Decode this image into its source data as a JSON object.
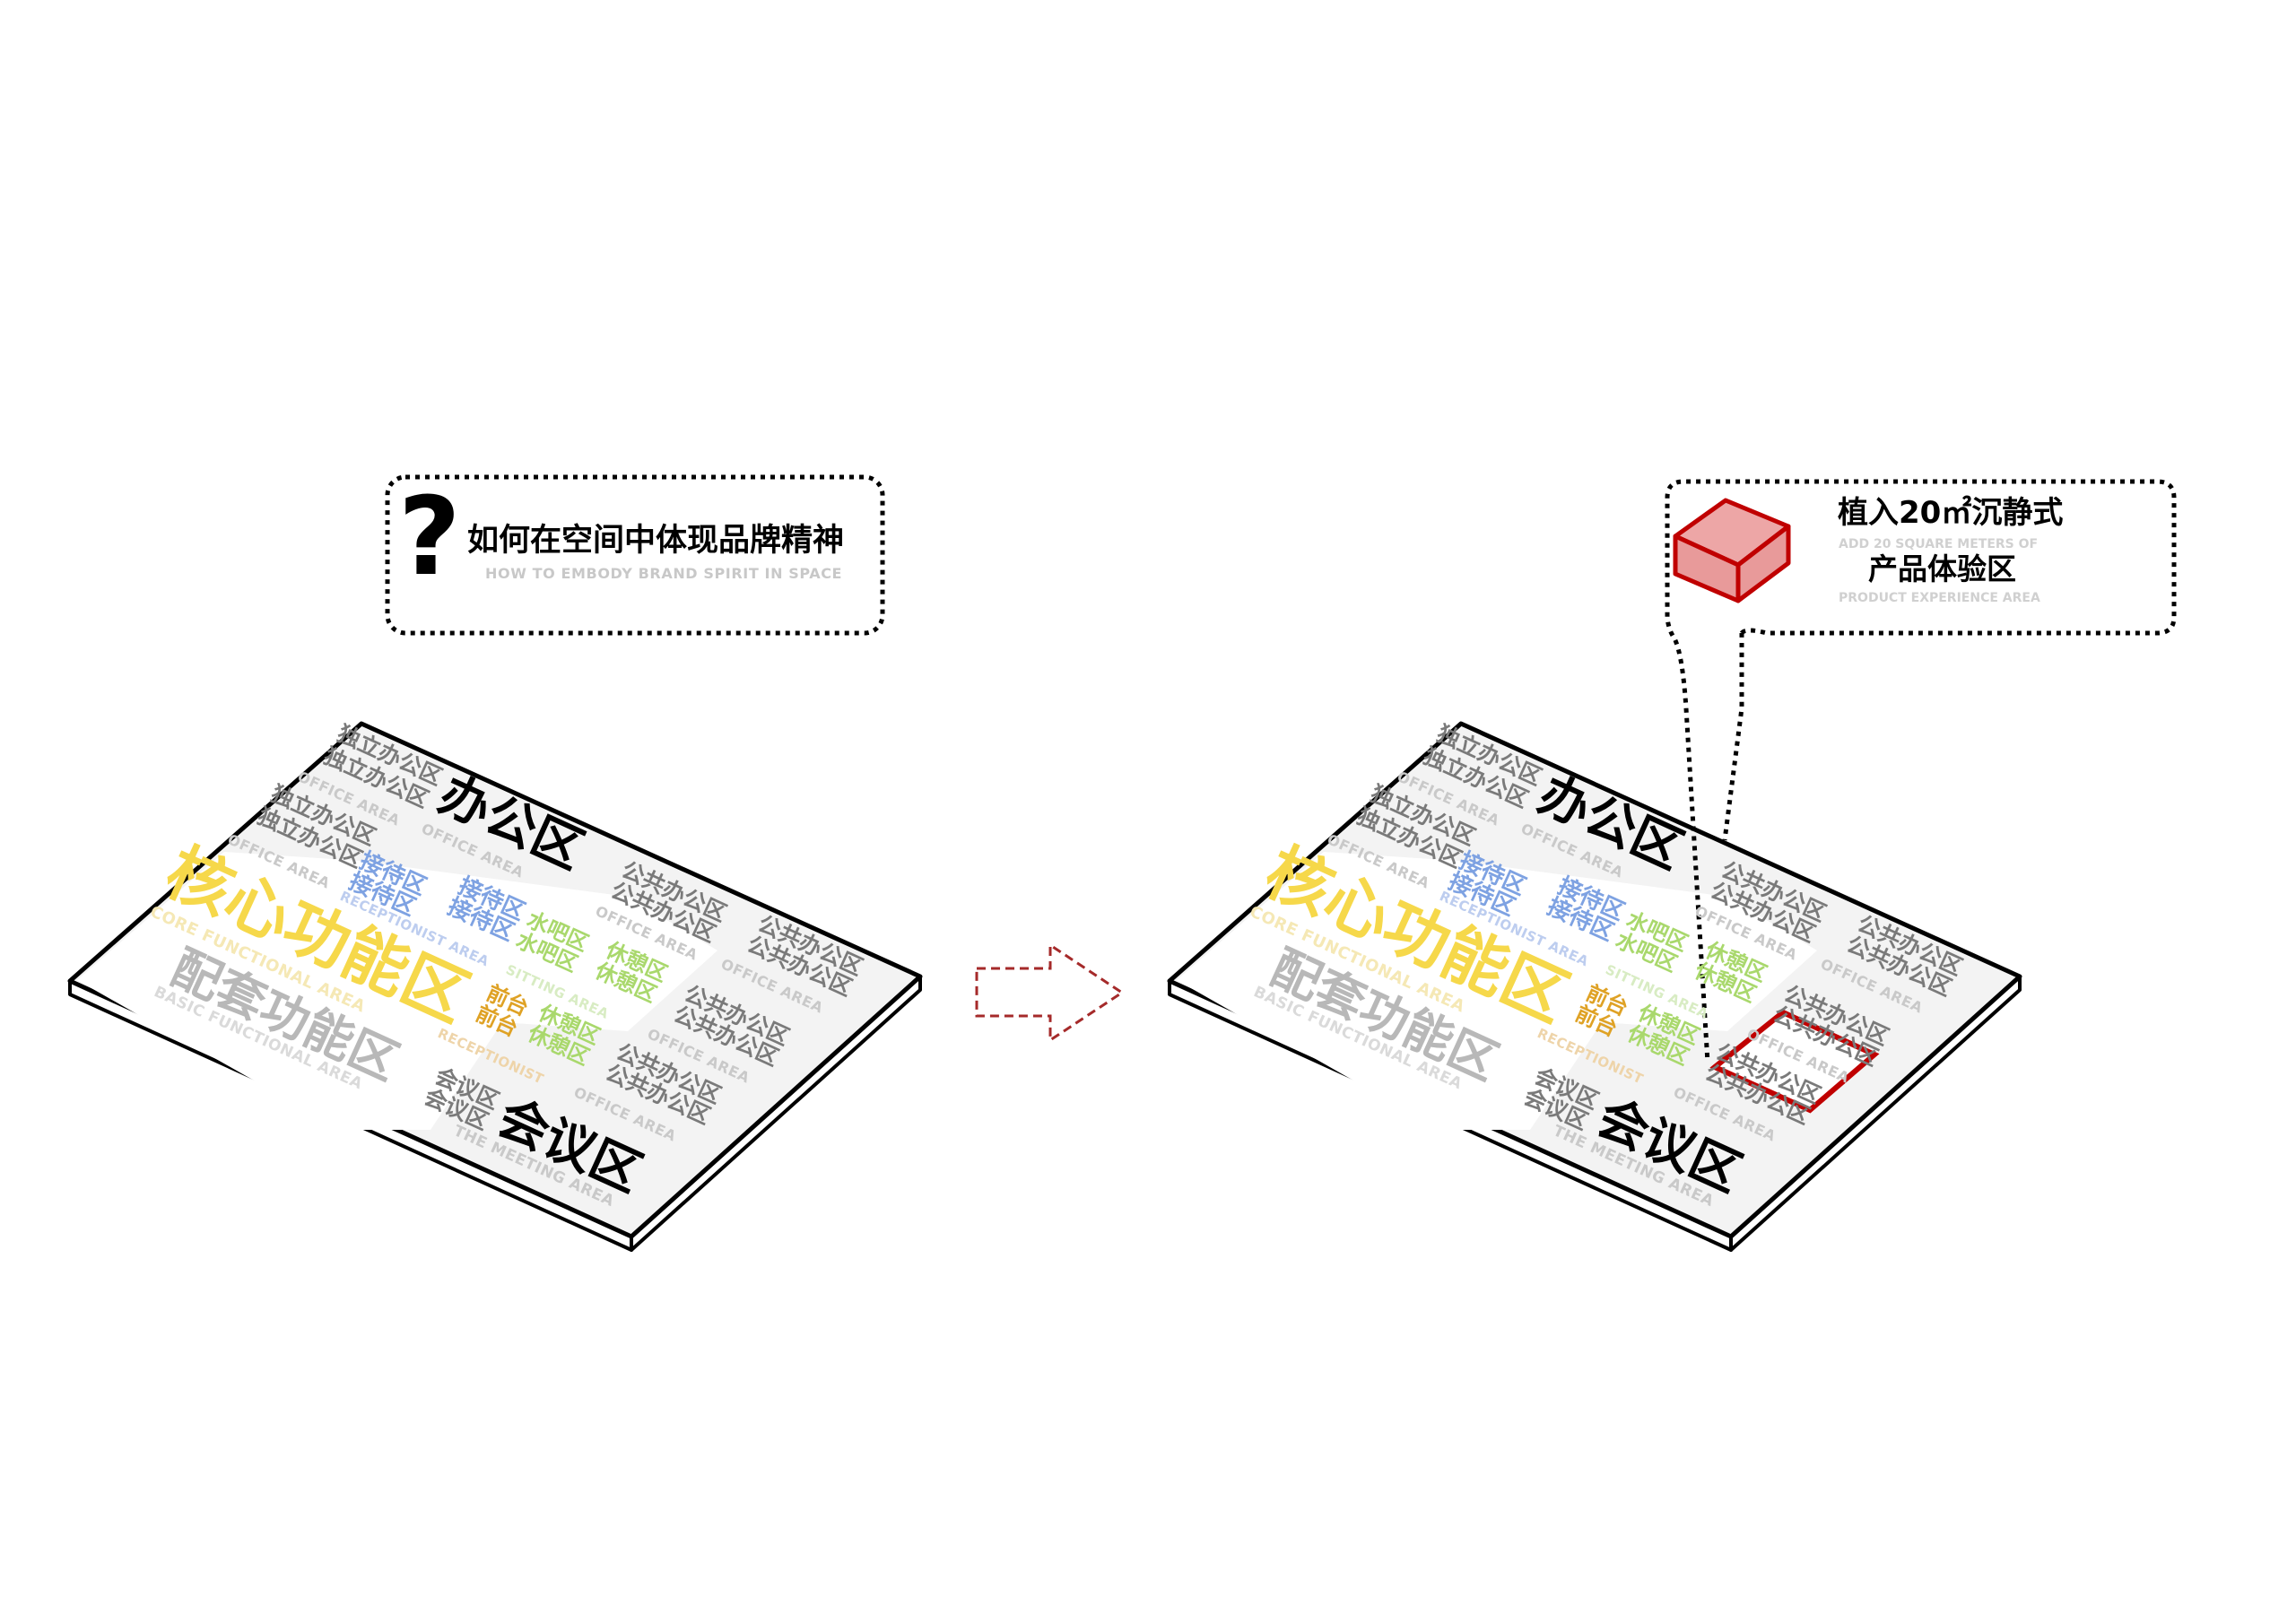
{
  "question_box": {
    "icon": "question-mark-icon",
    "icon_text": "?",
    "title": "如何在空间中体现品牌精神",
    "subtitle": "HOW TO EMBODY BRAND SPIRIT IN SPACE"
  },
  "proposal_box": {
    "icon": "red-cube-icon",
    "title_line1": "植入20㎡沉静式",
    "subtitle_line1": "ADD 20 SQUARE METERS OF",
    "title_line2": "产品体验区",
    "subtitle_line2": "PRODUCT EXPERIENCE AREA"
  },
  "arrow": {
    "icon": "dashed-arrow-right-icon",
    "color": "#a52a2a"
  },
  "colors": {
    "gray": "#7a7a7a",
    "gray_light": "#c9c9c9",
    "black": "#000000",
    "yellow": "#f6d84a",
    "yellow_light": "#f5e8b5",
    "blue": "#7ea2e2",
    "blue_light": "#bdcdef",
    "green": "#a9d86c",
    "green_light": "#d8ecc3",
    "orange": "#dfa225",
    "orange_light": "#eed4a9",
    "support": "#b8b8b8",
    "support_light": "#dadada",
    "highlight": "#c00000"
  },
  "plate_labels": [
    {
      "text": "独立办公区",
      "color": "gray"
    },
    {
      "text": "独立办公区",
      "color": "gray"
    },
    {
      "text": "OFFICE AREA",
      "color": "gray_light"
    },
    {
      "text": "独立办公区",
      "color": "gray"
    },
    {
      "text": "独立办公区",
      "color": "gray"
    },
    {
      "text": "OFFICE AREA",
      "color": "gray_light"
    },
    {
      "text": "办公区",
      "color": "black"
    },
    {
      "text": "OFFICE AREA",
      "color": "gray_light"
    },
    {
      "text": "核心功能区",
      "color": "yellow"
    },
    {
      "text": "CORE FUNCTIONAL AREA",
      "color": "yellow_light"
    },
    {
      "text": "配套功能区",
      "color": "support"
    },
    {
      "text": "BASIC FUNCTIONAL AREA",
      "color": "support_light"
    },
    {
      "text": "接待区",
      "color": "blue"
    },
    {
      "text": "接待区",
      "color": "blue"
    },
    {
      "text": "RECEPTIONIST AREA",
      "color": "blue_light"
    },
    {
      "text": "接待区",
      "color": "blue"
    },
    {
      "text": "接待区",
      "color": "blue"
    },
    {
      "text": "水吧区",
      "color": "green"
    },
    {
      "text": "水吧区",
      "color": "green"
    },
    {
      "text": "SITTING AREA",
      "color": "green_light"
    },
    {
      "text": "休憩区",
      "color": "green"
    },
    {
      "text": "休憩区",
      "color": "green"
    },
    {
      "text": "前台",
      "color": "orange"
    },
    {
      "text": "前台",
      "color": "orange"
    },
    {
      "text": "RECEPTIONIST",
      "color": "orange_light"
    },
    {
      "text": "休憩区",
      "color": "green"
    },
    {
      "text": "休憩区",
      "color": "green"
    },
    {
      "text": "公共办公区",
      "color": "gray"
    },
    {
      "text": "公共办公区",
      "color": "gray"
    },
    {
      "text": "OFFICE AREA",
      "color": "gray_light"
    },
    {
      "text": "公共办公区",
      "color": "gray"
    },
    {
      "text": "公共办公区",
      "color": "gray"
    },
    {
      "text": "OFFICE AREA",
      "color": "gray_light"
    },
    {
      "text": "公共办公区",
      "color": "gray"
    },
    {
      "text": "公共办公区",
      "color": "gray"
    },
    {
      "text": "OFFICE AREA",
      "color": "gray_light"
    },
    {
      "text": "公共办公区",
      "color": "gray"
    },
    {
      "text": "公共办公区",
      "color": "gray"
    },
    {
      "text": "OFFICE AREA",
      "color": "gray_light"
    },
    {
      "text": "会议区",
      "color": "gray"
    },
    {
      "text": "会议区",
      "color": "gray"
    },
    {
      "text": "会议区",
      "color": "black"
    },
    {
      "text": "THE MEETING AREA",
      "color": "gray_light"
    }
  ]
}
